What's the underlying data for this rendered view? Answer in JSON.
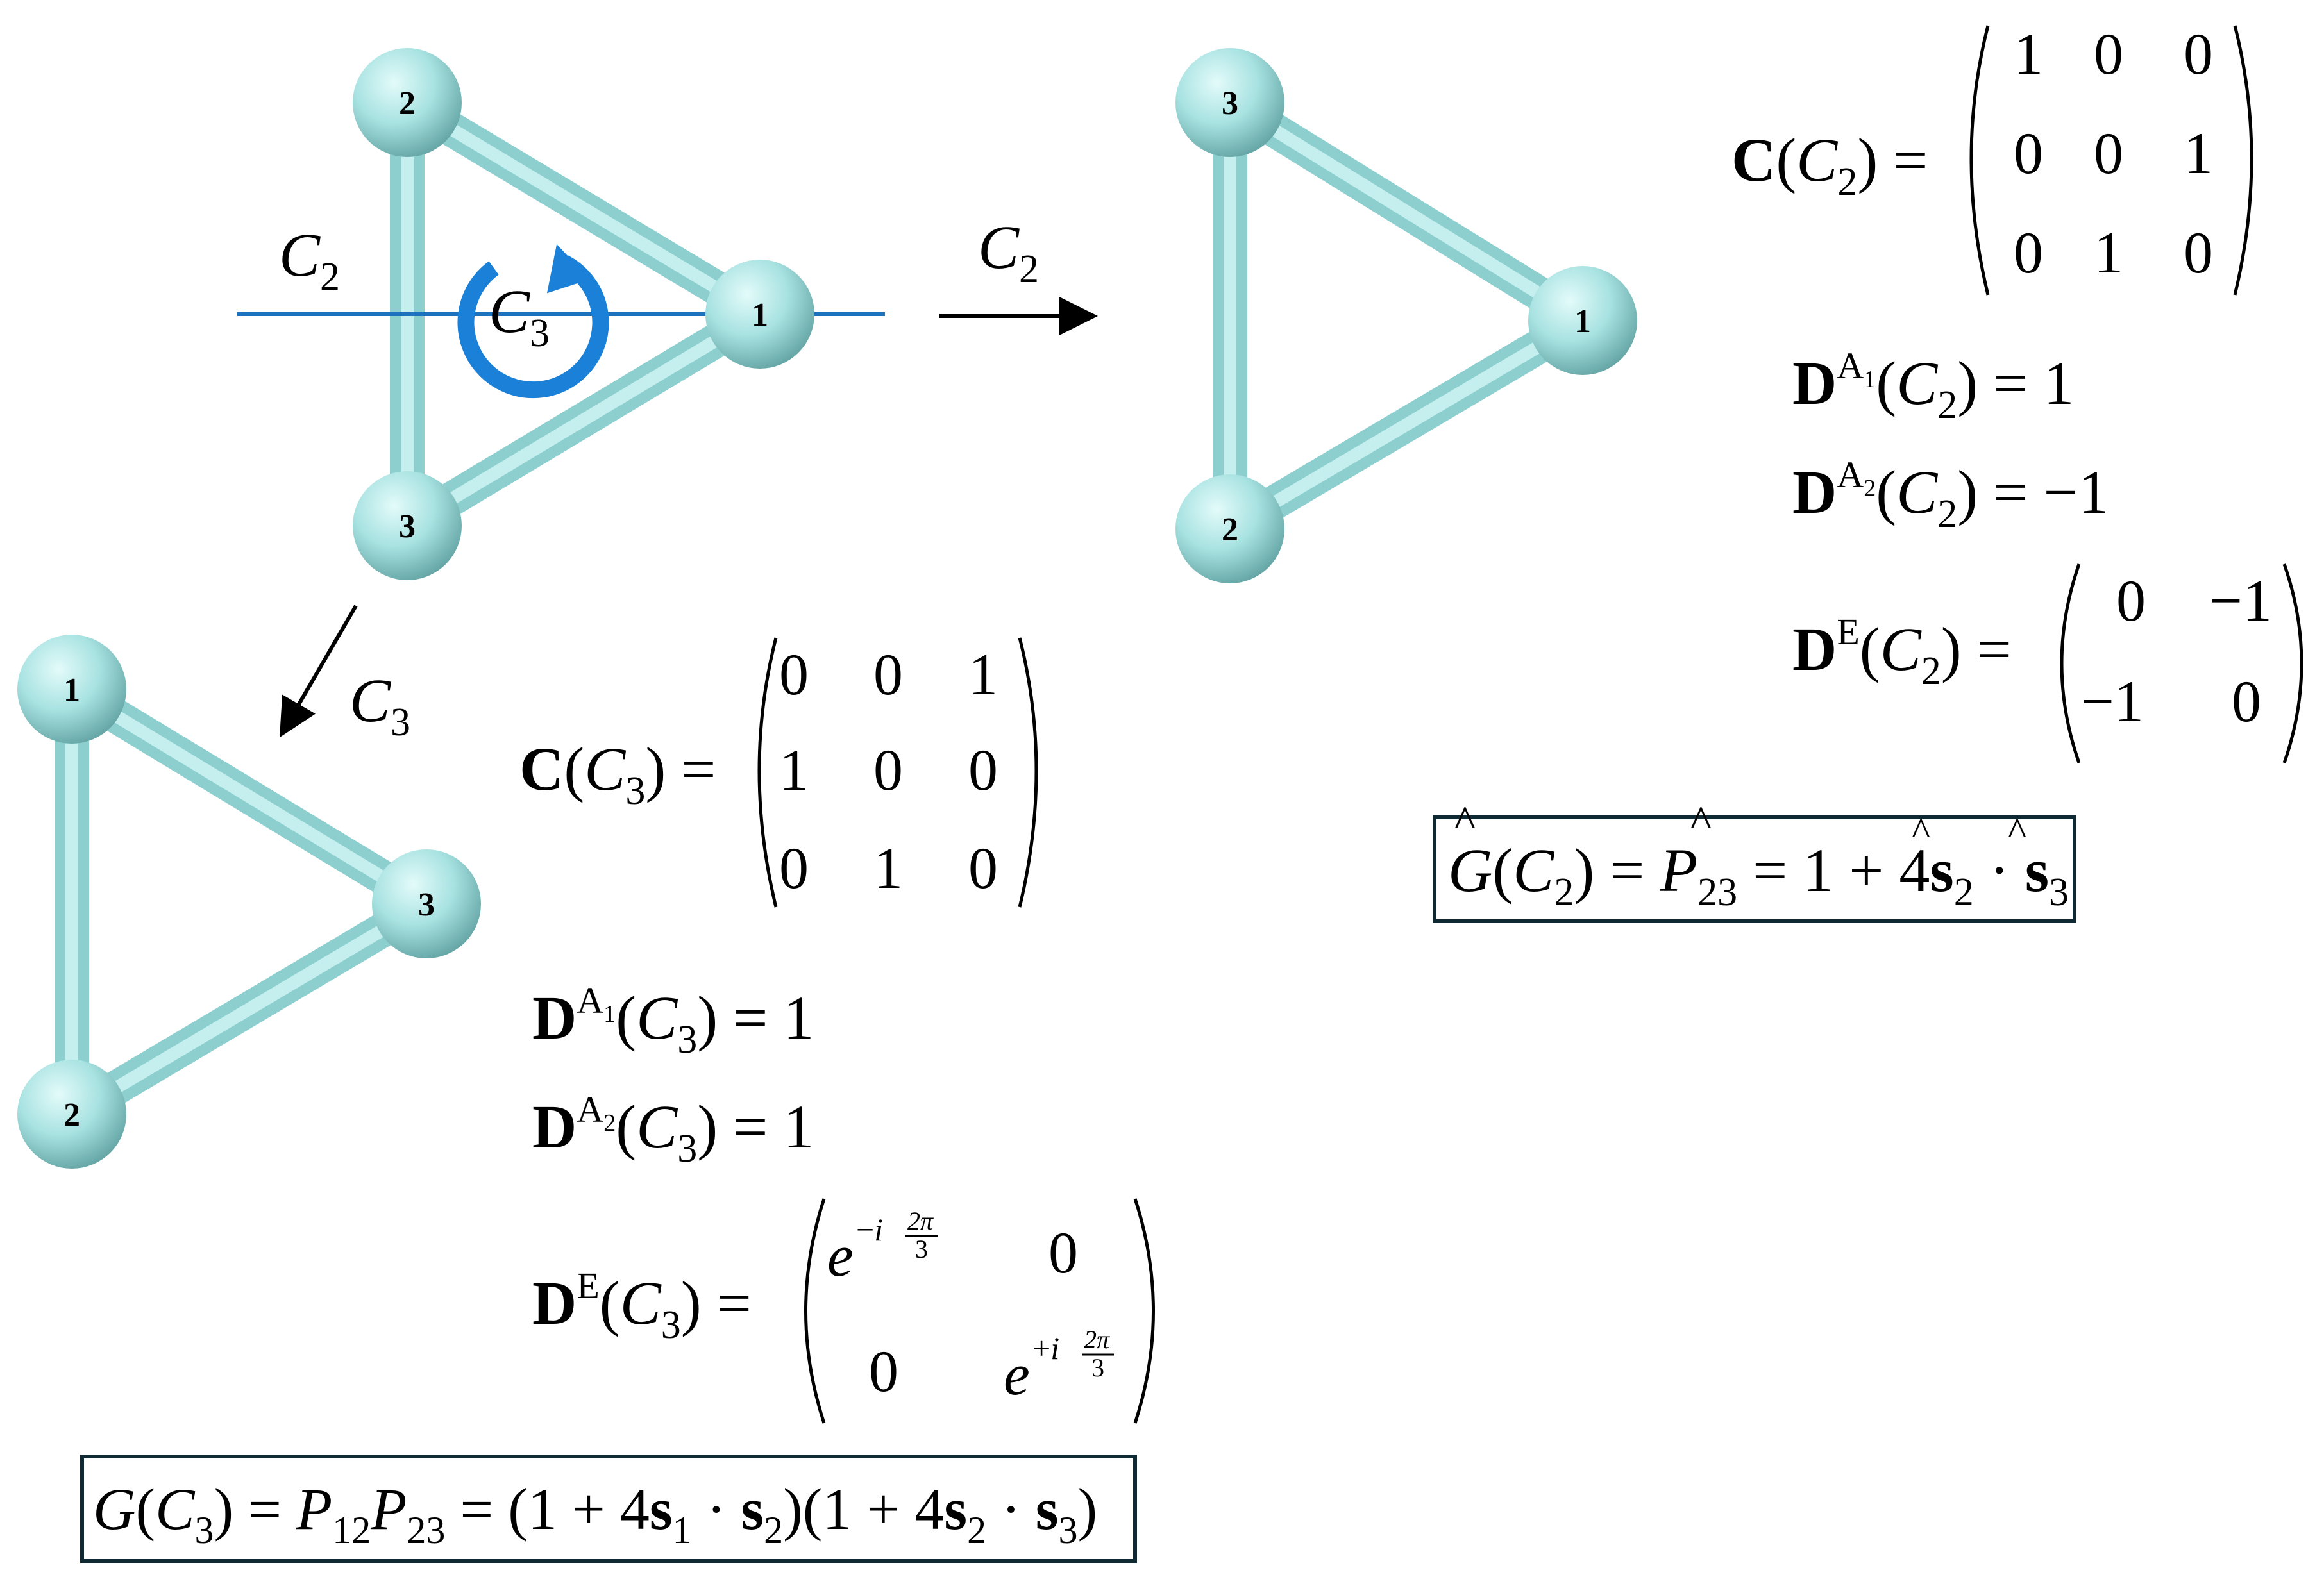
{
  "colors": {
    "bond": "#9fdedd",
    "atom_light": "#e3fbfa",
    "atom_mid": "#a7e2e1",
    "atom_dark": "#5e9f9f",
    "axis": "#1b73c0",
    "rotation_arrow": "#1a80d8",
    "box_stroke": "#102a33"
  },
  "molecules": {
    "original": {
      "atoms": [
        "1",
        "2",
        "3"
      ]
    },
    "after_c2": {
      "atoms": [
        "1",
        "2",
        "3"
      ]
    },
    "after_c3": {
      "atoms": [
        "1",
        "2",
        "3"
      ]
    }
  },
  "operations": {
    "c2_axis_label": {
      "base": "C",
      "sub": "2"
    },
    "c3_rotation_label": {
      "base": "C",
      "sub": "3"
    },
    "arrow_c2_label": {
      "base": "C",
      "sub": "2"
    },
    "arrow_c3_label": {
      "base": "C",
      "sub": "3"
    }
  },
  "c2_block": {
    "C_matrix": {
      "lhs_bold": "C",
      "op": "C",
      "op_sub": "2",
      "rows": [
        [
          "1",
          "0",
          "0"
        ],
        [
          "0",
          "0",
          "1"
        ],
        [
          "0",
          "1",
          "0"
        ]
      ]
    },
    "D_A1": {
      "bold": "D",
      "sup": "A",
      "sup_sub": "1",
      "op": "C",
      "op_sub": "2",
      "rhs": "1"
    },
    "D_A2": {
      "bold": "D",
      "sup": "A",
      "sup_sub": "2",
      "op": "C",
      "op_sub": "2",
      "rhs": "−1"
    },
    "D_E": {
      "bold": "D",
      "sup": "E",
      "op": "C",
      "op_sub": "2",
      "rows": [
        [
          "0",
          "−1"
        ],
        [
          "−1",
          "0"
        ]
      ]
    },
    "G_box": {
      "G": "G",
      "op": "C",
      "op_sub": "2",
      "P": "P",
      "P_sub": "23",
      "rhs_start": "1 + 4",
      "s1": "s",
      "s1_sub": "2",
      "s2": "s",
      "s2_sub": "3"
    }
  },
  "c3_block": {
    "C_matrix": {
      "lhs_bold": "C",
      "op": "C",
      "op_sub": "3",
      "rows": [
        [
          "0",
          "0",
          "1"
        ],
        [
          "1",
          "0",
          "0"
        ],
        [
          "0",
          "1",
          "0"
        ]
      ]
    },
    "D_A1": {
      "bold": "D",
      "sup": "A",
      "sup_sub": "1",
      "op": "C",
      "op_sub": "3",
      "rhs": "1"
    },
    "D_A2": {
      "bold": "D",
      "sup": "A",
      "sup_sub": "2",
      "op": "C",
      "op_sub": "3",
      "rhs": "1"
    },
    "D_E": {
      "bold": "D",
      "sup": "E",
      "op": "C",
      "op_sub": "3",
      "e11": {
        "base": "e",
        "sign": "−",
        "i": "i",
        "num": "2π",
        "den": "3"
      },
      "e12": "0",
      "e21": "0",
      "e22": {
        "base": "e",
        "sign": "+",
        "i": "i",
        "num": "2π",
        "den": "3"
      }
    },
    "G_box": {
      "G": "G",
      "op": "C",
      "op_sub": "3",
      "P1": "P",
      "P1_sub": "12",
      "P2": "P",
      "P2_sub": "23",
      "f1_start": "(1 + 4",
      "s_a": "s",
      "s_a_sub": "1",
      "s_b": "s",
      "s_b_sub": "2",
      "f2_start": ")(1 + 4",
      "s_c": "s",
      "s_c_sub": "2",
      "s_d": "s",
      "s_d_sub": "3",
      "close": ")"
    }
  }
}
